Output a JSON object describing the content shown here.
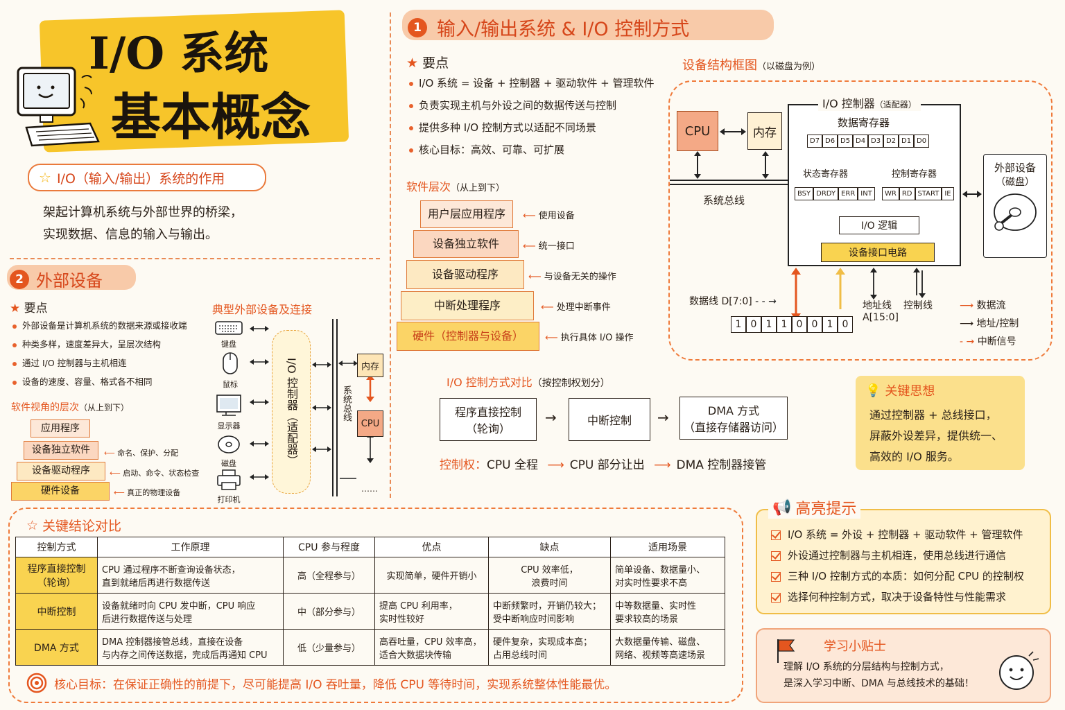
{
  "title": {
    "line1": "I/O 系统",
    "line2": "基本概念"
  },
  "role": {
    "heading": "I/O（输入/输出）系统的作用",
    "line1": "架起计算机系统与外部世界的桥梁，",
    "line2": "实现数据、信息的输入与输出。"
  },
  "sec1": {
    "num": "1",
    "heading": "输入/输出系统 & I/O 控制方式",
    "points_title": "要点",
    "points": [
      "I/O 系统 = 设备 + 控制器 + 驱动软件 + 管理软件",
      "负责实现主机与外设之间的数据传送与控制",
      "提供多种 I/O 控制方式以适配不同场景",
      "核心目标：高效、可靠、可扩展"
    ],
    "layers_title": "软件层次",
    "layers_sub": "（从上到下）",
    "layers": [
      {
        "name": "用户层应用程序",
        "note": "使用设备"
      },
      {
        "name": "设备独立软件",
        "note": "统一接口"
      },
      {
        "name": "设备驱动程序",
        "note": "与设备无关的操作"
      },
      {
        "name": "中断处理程序",
        "note": "处理中断事件"
      },
      {
        "name": "硬件（控制器与设备）",
        "note": "执行具体 I/O 操作"
      }
    ],
    "modes_title": "I/O 控制方式对比",
    "modes_sub": "（按控制权划分）",
    "modes": [
      {
        "l1": "程序直接控制",
        "l2": "（轮询）"
      },
      {
        "l1": "中断控制",
        "l2": ""
      },
      {
        "l1": "DMA 方式",
        "l2": "（直接存储器访问）"
      }
    ],
    "control_label": "控制权：",
    "control_steps": [
      "CPU 全程",
      "CPU 部分让出",
      "DMA 控制器接管"
    ]
  },
  "device_diag": {
    "title": "设备结构框图",
    "sub": "（以磁盘为例）",
    "cpu": "CPU",
    "mem": "内存",
    "bus": "系统总线",
    "ctrl_title": "I/O 控制器",
    "ctrl_sub": "（适配器）",
    "data_reg": "数据寄存器",
    "data_bits": [
      "D7",
      "D6",
      "D5",
      "D4",
      "D3",
      "D2",
      "D1",
      "D0"
    ],
    "status_reg": "状态寄存器",
    "status_bits": [
      "BSY",
      "DRDY",
      "ERR",
      "INT"
    ],
    "ctl_reg": "控制寄存器",
    "ctl_bits": [
      "WR",
      "RD",
      "START",
      "IE"
    ],
    "logic": "I/O 逻辑",
    "iface": "设备接口电路",
    "ext_dev": "外部设备",
    "ext_sub": "（磁盘）",
    "data_line": "数据线 D[7:0]",
    "addr_line": "地址线",
    "addr_range": "A[15:0]",
    "ctl_line": "控制线",
    "bits": [
      "1",
      "0",
      "1",
      "1",
      "0",
      "0",
      "1",
      "0"
    ],
    "legend": [
      "数据流",
      "地址/控制",
      "中断信号"
    ]
  },
  "sec2": {
    "num": "2",
    "heading": "外部设备",
    "points_title": "要点",
    "points": [
      "外部设备是计算机系统的数据来源或接收端",
      "种类多样，速度差异大，呈层次结构",
      "通过 I/O 控制器与主机相连",
      "设备的速度、容量、格式各不相同"
    ],
    "layers_title": "软件视角的层次",
    "layers_sub": "（从上到下）",
    "layers": [
      {
        "name": "应用程序",
        "note": ""
      },
      {
        "name": "设备独立软件",
        "note": "命名、保护、分配"
      },
      {
        "name": "设备驱动程序",
        "note": "启动、命令、状态检查"
      },
      {
        "name": "硬件设备",
        "note": "真正的物理设备"
      }
    ],
    "typ_title": "典型外部设备及连接",
    "devices": [
      "键盘",
      "鼠标",
      "显示器",
      "磁盘",
      "打印机"
    ],
    "ctrl": "I/O 控制器（适配器）",
    "bus": "系统总线",
    "mem": "内存",
    "cpu": "CPU",
    "ellipsis": "……"
  },
  "key_idea": {
    "title": "关键思想",
    "text": "通过控制器 + 总线接口，屏蔽外设差异，提供统一、高效的 I/O 服务。",
    "l1": "通过控制器 + 总线接口，",
    "l2": "屏蔽外设差异，提供统一、",
    "l3": "高效的 I/O 服务。"
  },
  "conclusion": {
    "title": "关键结论对比",
    "headers": [
      "控制方式",
      "工作原理",
      "CPU 参与程度",
      "优点",
      "缺点",
      "适用场景"
    ],
    "rows": [
      {
        "mode": "程序直接控制（轮询）",
        "mode1": "程序直接控制",
        "mode2": "（轮询）",
        "principle1": "CPU 通过程序不断查询设备状态，",
        "principle2": "直到就绪后再进行数据传送",
        "cpu": "高（全程参与）",
        "pro1": "实现简单，硬件开销小",
        "pro2": "",
        "con1": "CPU 效率低，",
        "con2": "浪费时间",
        "scene1": "简单设备、数据量小、",
        "scene2": "对实时性要求不高"
      },
      {
        "mode": "中断控制",
        "mode1": "中断控制",
        "mode2": "",
        "principle1": "设备就绪时向 CPU 发中断，CPU 响应",
        "principle2": "后进行数据传送与处理",
        "cpu": "中（部分参与）",
        "pro1": "提高 CPU 利用率，",
        "pro2": "实时性较好",
        "con1": "中断频繁时，开销仍较大；",
        "con2": "受中断响应时间影响",
        "scene1": "中等数据量、实时性",
        "scene2": "要求较高的场景"
      },
      {
        "mode": "DMA 方式",
        "mode1": "DMA 方式",
        "mode2": "",
        "principle1": "DMA 控制器接管总线，直接在设备",
        "principle2": "与内存之间传送数据，完成后再通知 CPU",
        "cpu": "低（少量参与）",
        "pro1": "高吞吐量，CPU 效率高，",
        "pro2": "适合大数据块传输",
        "con1": "硬件复杂，实现成本高；",
        "con2": "占用总线时间",
        "scene1": "大数据量传输、磁盘、",
        "scene2": "网络、视频等高速场景"
      }
    ],
    "goal": "核心目标：在保证正确性的前提下，尽可能提高 I/O 吞吐量，降低 CPU 等待时间，实现系统整体性能最优。"
  },
  "highlights": {
    "title": "高亮提示",
    "items": [
      "I/O 系统 = 外设 + 控制器 + 驱动软件 + 管理软件",
      "外设通过控制器与主机相连，使用总线进行通信",
      "三种 I/O 控制方式的本质：如何分配 CPU 的控制权",
      "选择何种控制方式，取决于设备特性与性能需求"
    ]
  },
  "tips": {
    "title": "学习小贴士",
    "l1": "理解 I/O 系统的分层结构与控制方式，",
    "l2": "是深入学习中断、DMA 与总线技术的基础！"
  },
  "colors": {
    "accent": "#e4561f",
    "yellow": "#f7c52a",
    "peach": "#f5a37a",
    "cream": "#fff2cf"
  }
}
